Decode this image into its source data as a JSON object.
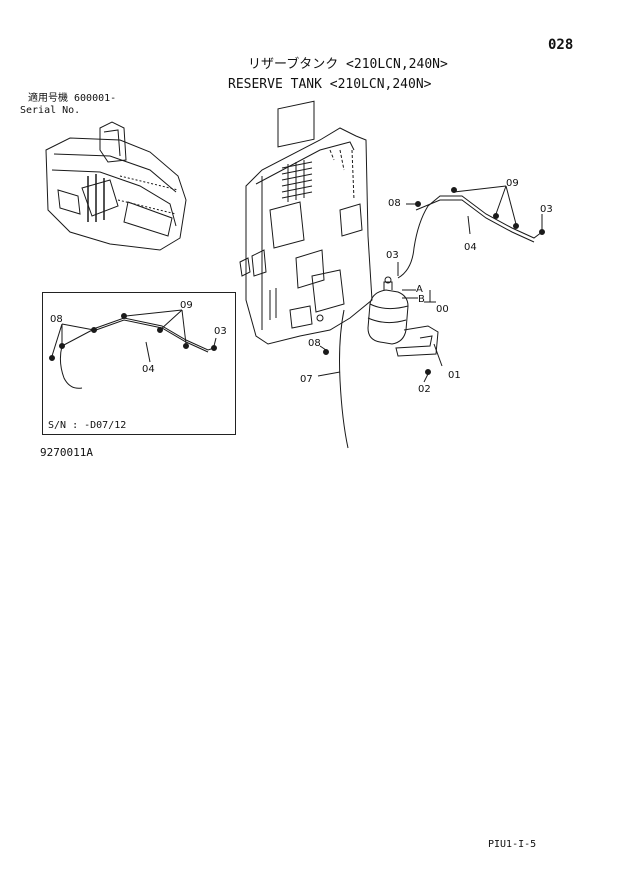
{
  "header": {
    "page_number": "028",
    "title_jp": "リザーブタンク <210LCN,240N>",
    "title_en": "RESERVE TANK <210LCN,240N>",
    "serial_jp": "適用号機 600001-",
    "serial_en": "Serial No."
  },
  "inset": {
    "serial_range": "S/N : -D07/12",
    "callouts": {
      "c08": "08",
      "c09": "09",
      "c03": "03",
      "c04": "04"
    }
  },
  "main_callouts": {
    "c09": "09",
    "c08_top": "08",
    "c03_right": "03",
    "c04": "04",
    "c03_left": "03",
    "cA": "A",
    "cB": "B",
    "c00": "00",
    "c08_bottom": "08",
    "c07": "07",
    "c01": "01",
    "c02": "02"
  },
  "figure_code": "9270011A",
  "footer_code": "PIU1-I-5"
}
